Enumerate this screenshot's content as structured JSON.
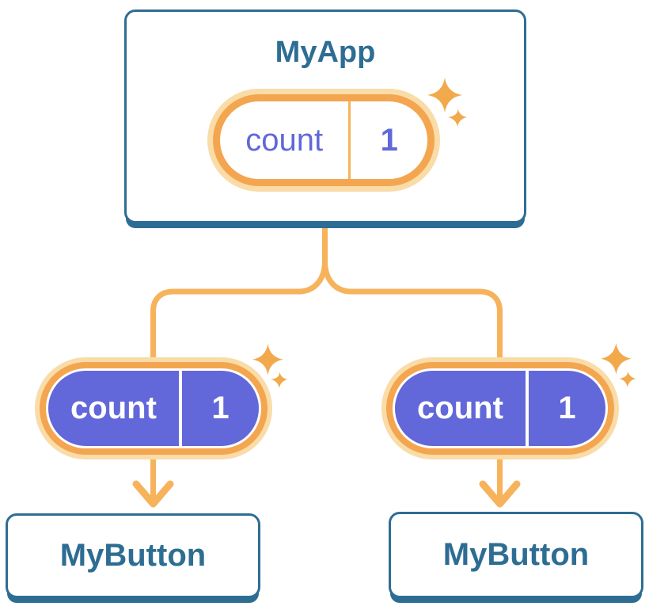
{
  "colors": {
    "blue": "#2E6D93",
    "purple": "#6268D9",
    "purple-text": "#6168D9",
    "line": "#F6B35B",
    "ring": "#F3A64F",
    "halo": "#FADCA8",
    "sparkle": "#F2A94C"
  },
  "tree": {
    "root": {
      "title": "MyApp",
      "state_pill": {
        "name": "count",
        "value": "1"
      }
    },
    "children": [
      {
        "title": "MyButton",
        "props_pill": {
          "name": "count",
          "value": "1"
        }
      },
      {
        "title": "MyButton",
        "props_pill": {
          "name": "count",
          "value": "1"
        }
      }
    ]
  }
}
